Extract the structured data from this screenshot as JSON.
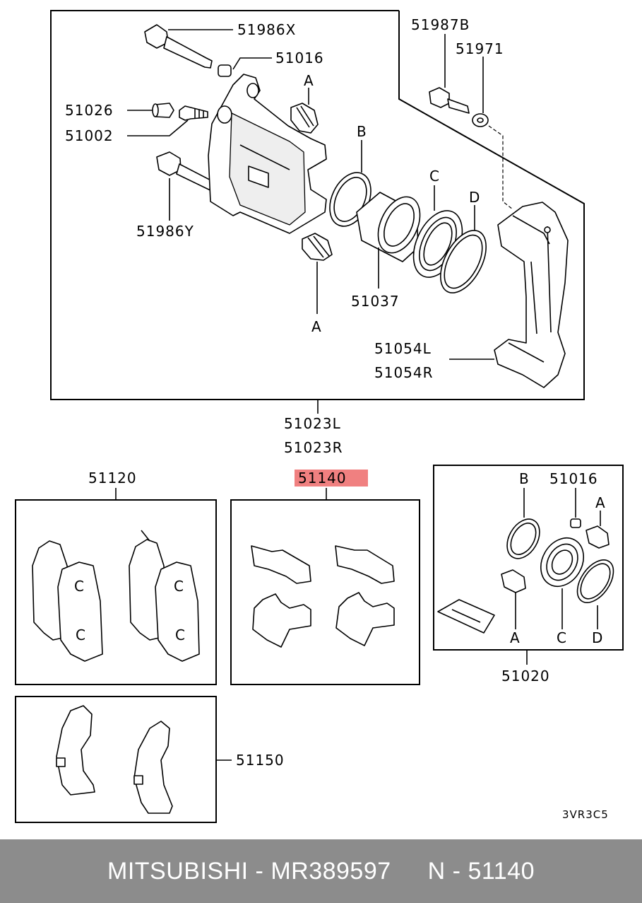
{
  "diagram": {
    "callouts": {
      "c51986X": "51986X",
      "c51016_top": "51016",
      "c51026": "51026",
      "c51002": "51002",
      "c51986Y": "51986Y",
      "c51987B": "51987B",
      "c51971": "51971",
      "cA_top": "A",
      "cA_bottom": "A",
      "cB": "B",
      "cC": "C",
      "cD": "D",
      "c51037": "51037",
      "c51054L": "51054L",
      "c51054R": "51054R",
      "c51023L": "51023L",
      "c51023R": "51023R",
      "c51120": "51120",
      "c51140": "51140",
      "c51020": "51020",
      "c51150": "51150",
      "kit_B": "B",
      "kit_51016": "51016",
      "kit_A_top": "A",
      "kit_A_bottom": "A",
      "kit_C": "C",
      "kit_D": "D",
      "drawing_code": "3VR3C5"
    },
    "highlight_color": "#f08080"
  },
  "footer": {
    "brand": "MITSUBISHI",
    "dash1": "-",
    "part_number": "MR389597",
    "n_label": "N",
    "dash2": "-",
    "ref_number": "51140"
  }
}
